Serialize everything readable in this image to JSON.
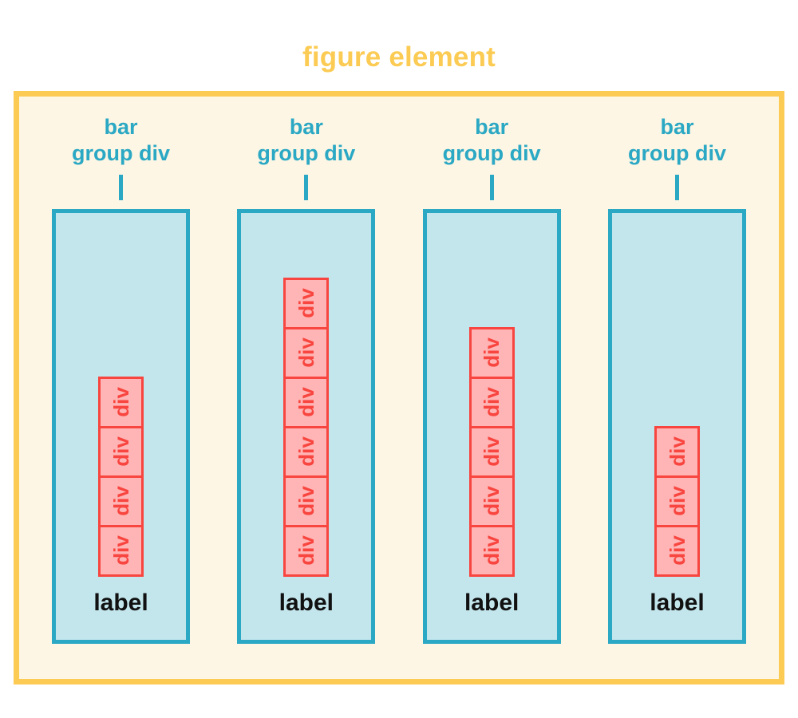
{
  "figure": {
    "title": "figure element",
    "frame_color": "#FBCB53",
    "frame_fill": "#FDF6E4"
  },
  "palette": {
    "title_gold": "#FBCB53",
    "group_teal_border": "#2BA8C4",
    "group_teal_fill": "#C3E5EC",
    "div_red_border": "#F8453F",
    "div_red_fill": "#FFB5B5",
    "label_black": "#111111",
    "page_white": "#FFFFFF"
  },
  "bar_groups": [
    {
      "caption": "bar\ngroup div",
      "label": "label",
      "div_label": "div",
      "div_count": 4
    },
    {
      "caption": "bar\ngroup div",
      "label": "label",
      "div_label": "div",
      "div_count": 6
    },
    {
      "caption": "bar\ngroup div",
      "label": "label",
      "div_label": "div",
      "div_count": 5
    },
    {
      "caption": "bar\ngroup div",
      "label": "label",
      "div_label": "div",
      "div_count": 3
    }
  ],
  "chart_data": {
    "type": "bar",
    "title": "figure element",
    "xlabel": "",
    "ylabel": "",
    "categories": [
      "label",
      "label",
      "label",
      "label"
    ],
    "values": [
      4,
      6,
      5,
      3
    ],
    "ylim": [
      0,
      8
    ],
    "grid": false,
    "legend": "none",
    "annotations": [
      "bar group div",
      "bar group div",
      "bar group div",
      "bar group div"
    ],
    "notes": "Each bar is a vertical stack of unit blocks labelled 'div'; stacks are bottom-aligned inside a teal 'bar group div' container; whole chart wrapped in a gold 'figure element' frame."
  }
}
